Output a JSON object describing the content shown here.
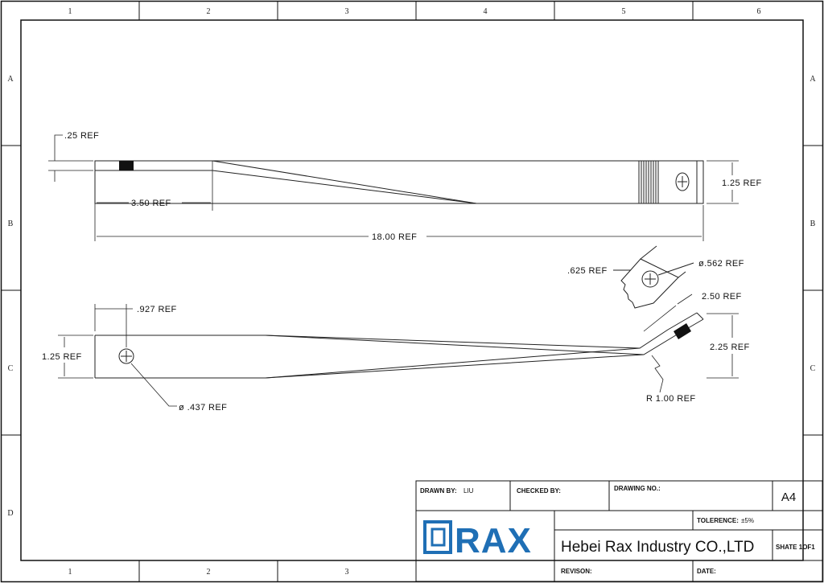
{
  "zones": {
    "columns_top": [
      "1",
      "2",
      "3",
      "4",
      "5",
      "6"
    ],
    "columns_bottom": [
      "1",
      "2",
      "3"
    ],
    "rows": [
      "A",
      "B",
      "C",
      "D"
    ]
  },
  "top_view": {
    "dims": {
      "thickness": ".25 REF",
      "taper_start": "3.50 REF",
      "overall_length": "18.00 REF",
      "end_height": "1.25 REF"
    }
  },
  "detail_view": {
    "dims": {
      "width": ".625 REF",
      "hole_dia": "ø.562 REF"
    }
  },
  "side_view": {
    "dims": {
      "hole_offset": ".927 REF",
      "height": "1.25 REF",
      "hole_dia": "ø .437 REF",
      "bend_length": "2.50 REF",
      "rise": "2.25 REF",
      "radius": "R 1.00 REF"
    }
  },
  "title_block": {
    "drawn_by_label": "DRAWN BY:",
    "drawn_by_value": "LIU",
    "checked_by_label": "CHECKED BY:",
    "drawing_no_label": "DRAWING NO.:",
    "paper_size": "A4",
    "tolerance_label": "TOLERENCE:",
    "tolerance_value": "±5%",
    "logo_text": "RAX",
    "company": "Hebei Rax Industry CO.,LTD",
    "sheet": "SHATE 1OF1",
    "revision_label": "REVISON:",
    "date_label": "DATE:",
    "logo_color": "#1f6fb5"
  }
}
